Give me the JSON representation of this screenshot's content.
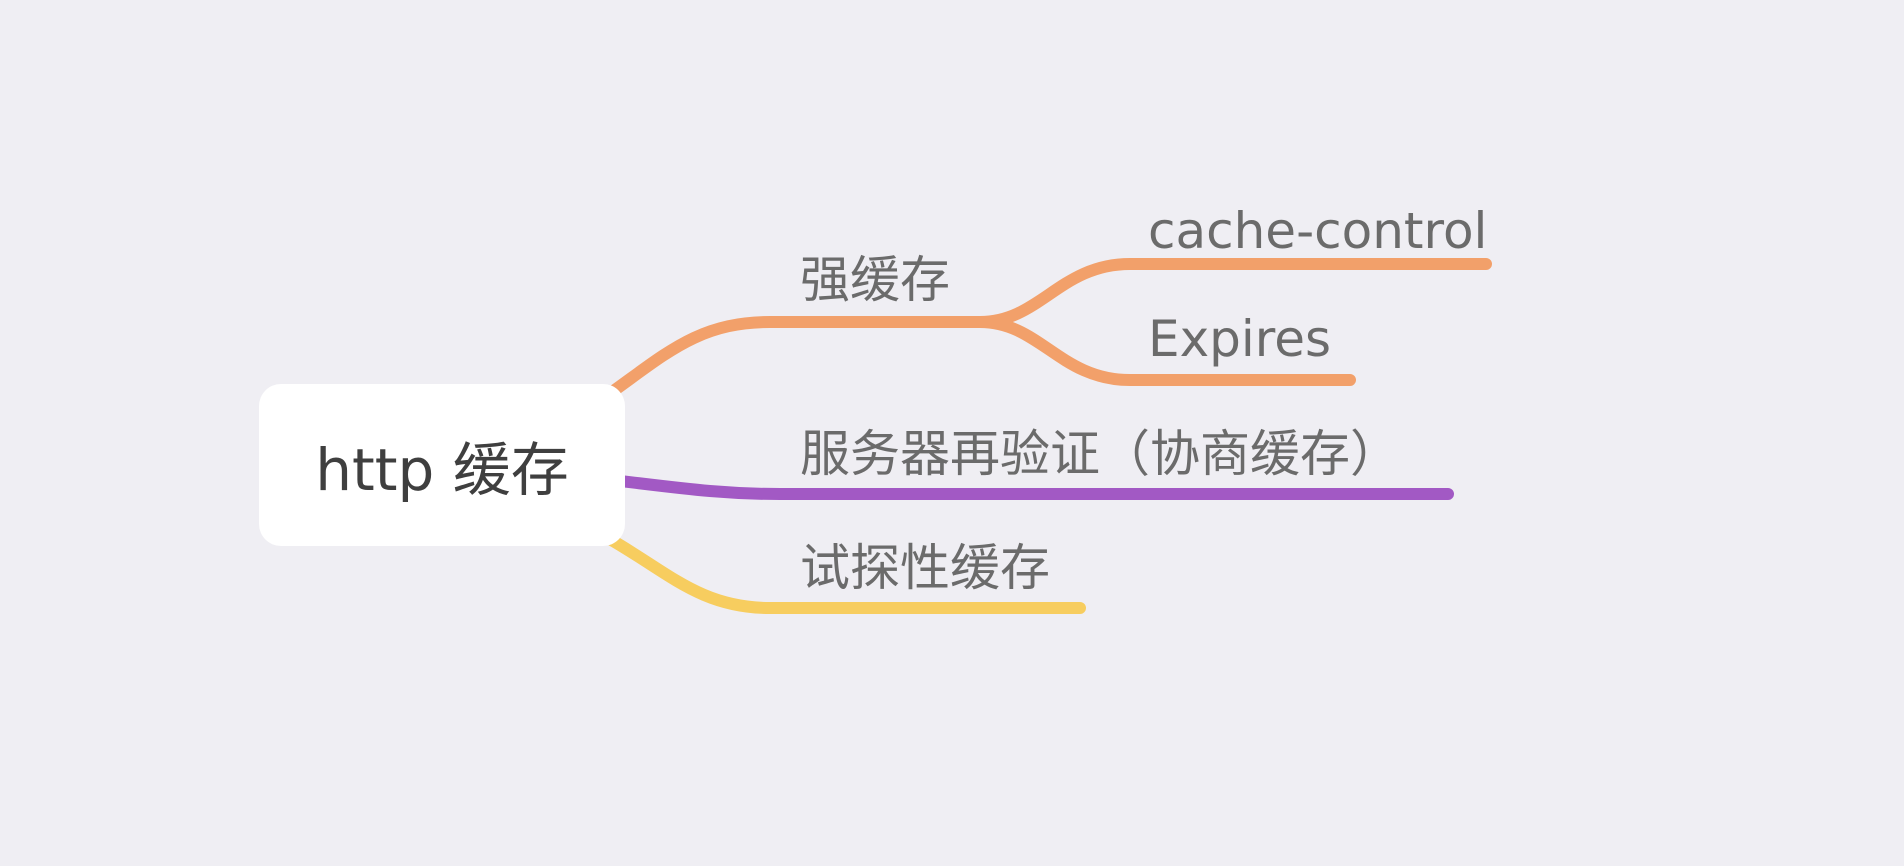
{
  "mindmap": {
    "root": {
      "label": "http 缓存"
    },
    "branches": [
      {
        "id": "strong",
        "label": "强缓存",
        "color": "#f2a06a",
        "children": [
          {
            "id": "cache-control",
            "label": "cache-control"
          },
          {
            "id": "expires",
            "label": "Expires"
          }
        ]
      },
      {
        "id": "revalidate",
        "label": "服务器再验证（协商缓存）",
        "color": "#a259c4",
        "children": []
      },
      {
        "id": "heuristic",
        "label": "试探性缓存",
        "color": "#f7cd5f",
        "children": []
      }
    ]
  }
}
